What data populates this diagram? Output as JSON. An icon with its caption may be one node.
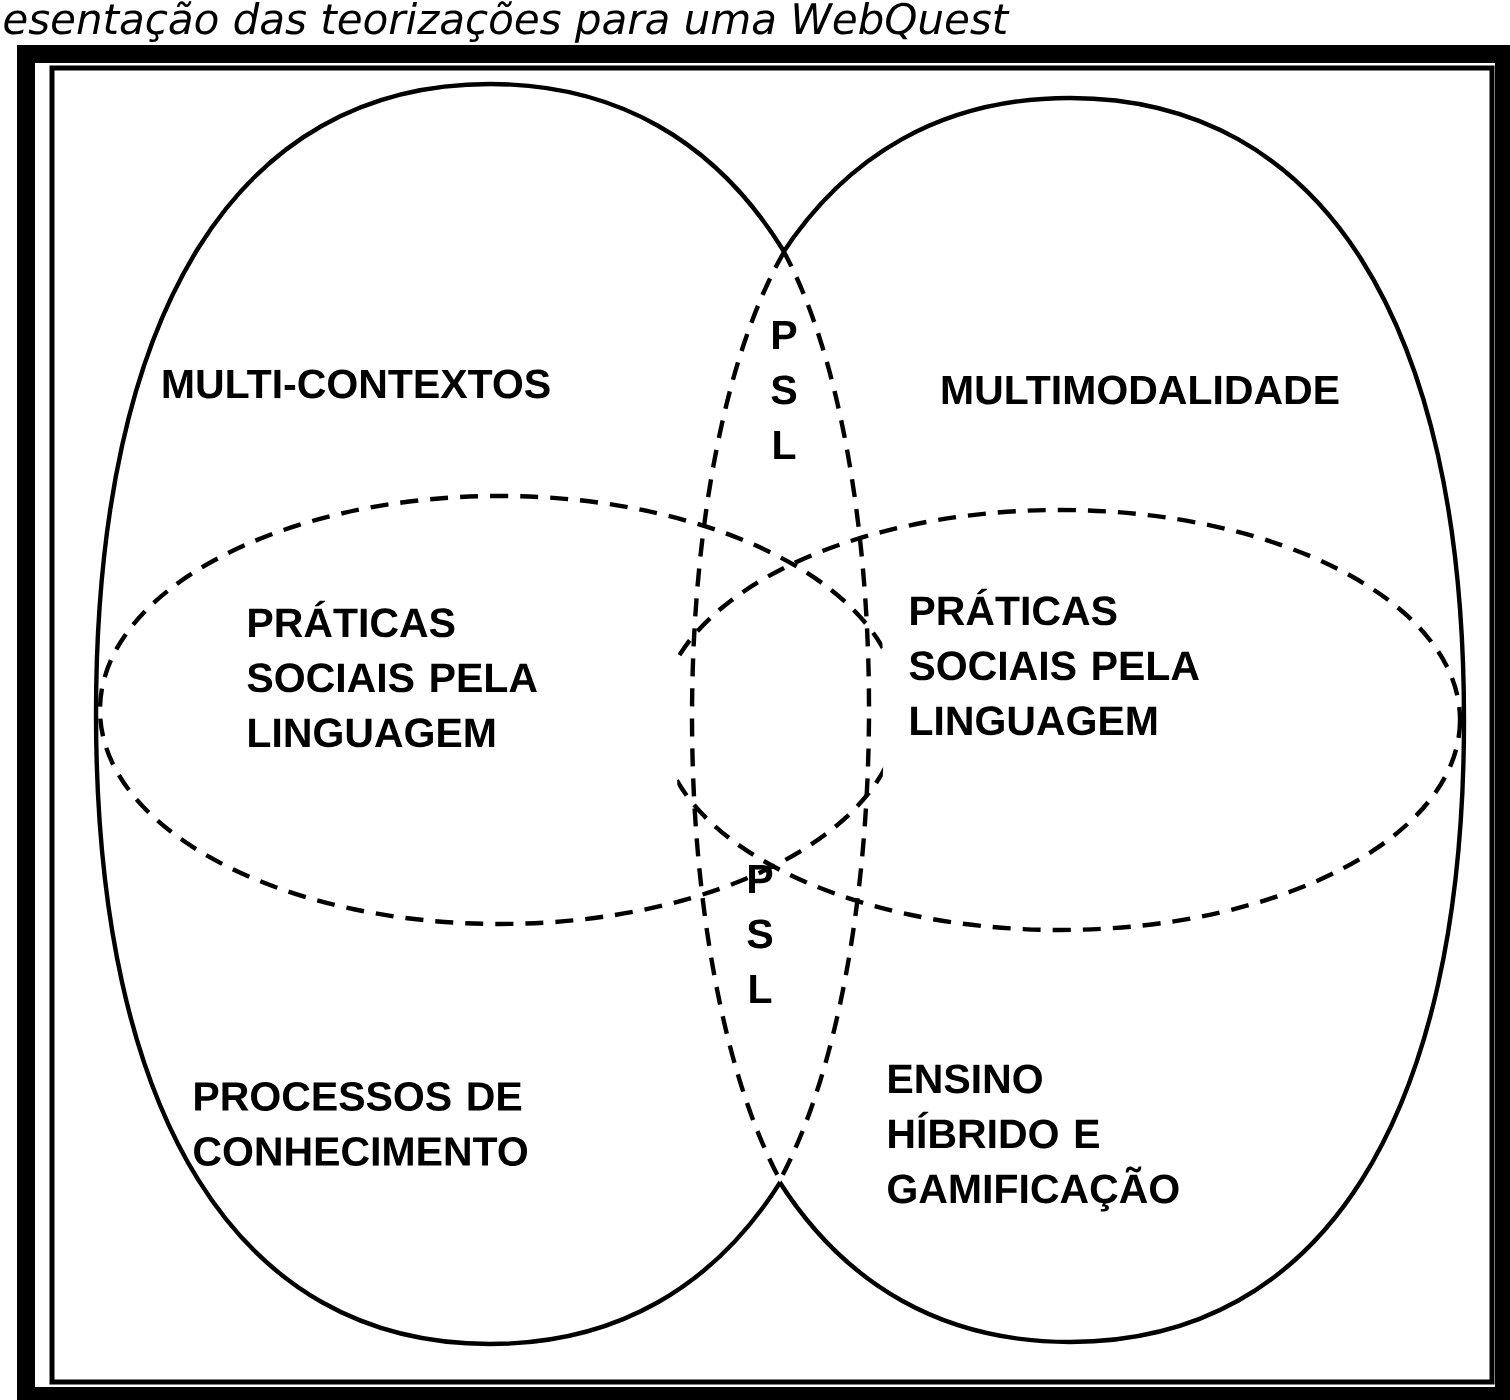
{
  "diagram": {
    "caption": "esentação das teorizações para uma WebQuest",
    "nodes": [
      {
        "text": [
          "MULTI-CONTEXTOS",
          "PROCESSOS DE CONHECIMENTO"
        ]
      },
      {
        "text": [
          "MULTIMODALIDADE",
          "ENSINO HÍBRIDO E GAMIFICAÇÃO"
        ]
      },
      {
        "text": [
          "PRÁTICAS SOCIAIS PELA LINGUAGEM"
        ],
        "in": 0
      },
      {
        "text": [
          "PRÁTICAS SOCIAIS PELA LINGUAGEM"
        ],
        "in": 1
      },
      {
        "text": [
          "P S L",
          "P S L"
        ]
      }
    ]
  }
}
